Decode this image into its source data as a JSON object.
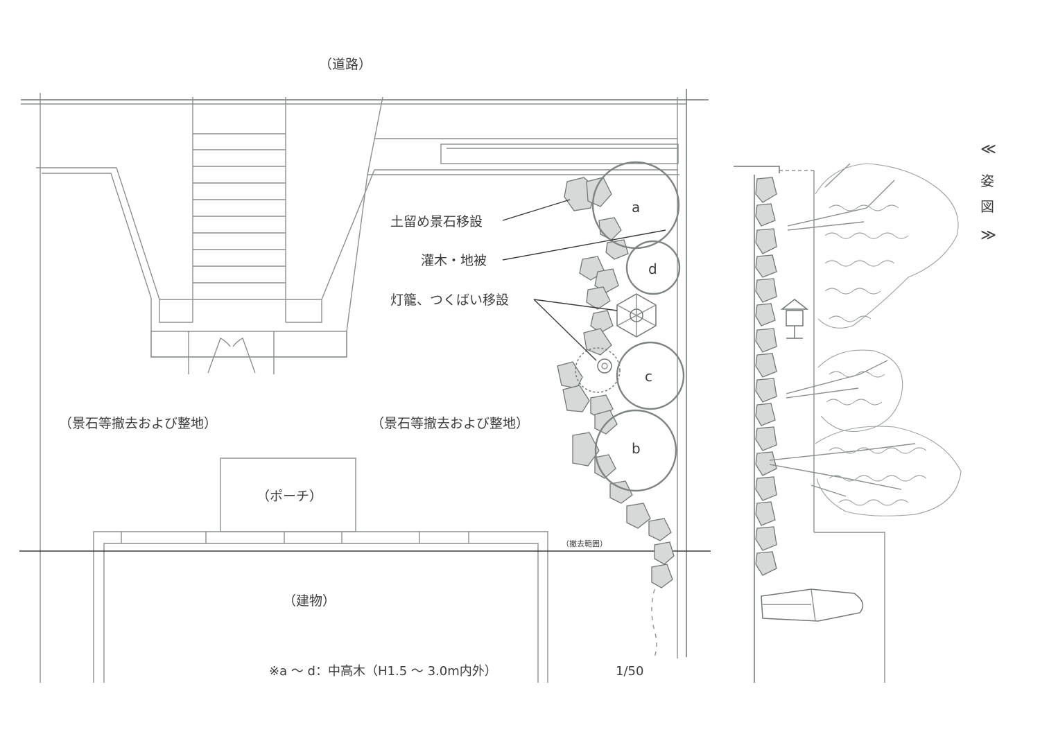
{
  "plan": {
    "road_label": "（道路）",
    "clear_left_label": "（景石等撤去および整地）",
    "clear_right_label": "（景石等撤去および整地）",
    "porch_label": "（ポーチ）",
    "building_label": "（建物）",
    "removal_range_label": "（撤去範囲）",
    "note": "※a 〜 d：中高木（H1.5 〜 3.0m内外）",
    "scale": "1/50"
  },
  "callouts": {
    "retaining_stones": "土留め景石移設",
    "shrubs": "灌木・地被",
    "lantern": "灯籠、つくばい移設"
  },
  "trees": {
    "a": "a",
    "b": "b",
    "c": "c",
    "d": "d"
  },
  "elevation": {
    "title_open": "≪",
    "title_char1": "姿",
    "title_char2": "図",
    "title_close": "≫"
  }
}
